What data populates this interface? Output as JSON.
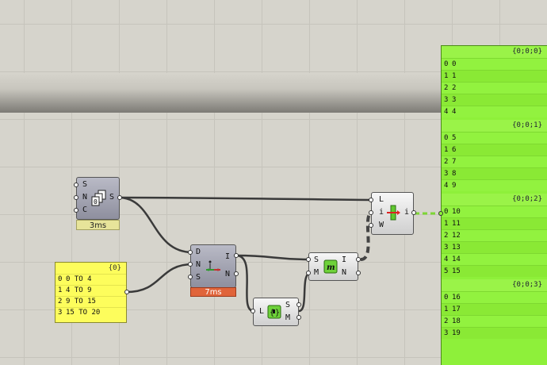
{
  "canvas": {
    "background": "#d6d4cc"
  },
  "components": {
    "series": {
      "inputs": [
        "S",
        "N",
        "C"
      ],
      "outputs": [
        "S"
      ],
      "timer": "3ms",
      "icon": "series-icon"
    },
    "dispatch": {
      "inputs": [
        "D",
        "N",
        "S"
      ],
      "outputs": [
        "I",
        "N"
      ],
      "timer": "7ms",
      "icon": "dispatch-icon"
    },
    "insert": {
      "inputs": [
        "L",
        "i",
        "W"
      ],
      "outputs": [
        "i"
      ],
      "icon": "insert-items-icon"
    },
    "mass": {
      "inputs": [
        "S",
        "M"
      ],
      "outputs": [
        "I",
        "N"
      ],
      "icon": "mass-addition-icon"
    },
    "list_length": {
      "inputs": [
        "L"
      ],
      "outputs": [
        "S",
        "M"
      ],
      "icon": "list-length-icon"
    }
  },
  "panel": {
    "header": "{0}",
    "rows": [
      {
        "idx": "0",
        "text": "0 TO 4"
      },
      {
        "idx": "1",
        "text": "4 TO 9"
      },
      {
        "idx": "2",
        "text": "9 TO 15"
      },
      {
        "idx": "3",
        "text": "15 TO 20"
      }
    ],
    "color": "#fdfd5c"
  },
  "viewer": {
    "color": "#8ef03a",
    "branches": [
      {
        "path": "{0;0;0}",
        "rows": [
          {
            "i": "0",
            "v": "0"
          },
          {
            "i": "1",
            "v": "1"
          },
          {
            "i": "2",
            "v": "2"
          },
          {
            "i": "3",
            "v": "3"
          },
          {
            "i": "4",
            "v": "4"
          }
        ]
      },
      {
        "path": "{0;0;1}",
        "rows": [
          {
            "i": "0",
            "v": "5"
          },
          {
            "i": "1",
            "v": "6"
          },
          {
            "i": "2",
            "v": "7"
          },
          {
            "i": "3",
            "v": "8"
          },
          {
            "i": "4",
            "v": "9"
          }
        ]
      },
      {
        "path": "{0;0;2}",
        "rows": [
          {
            "i": "0",
            "v": "10"
          },
          {
            "i": "1",
            "v": "11"
          },
          {
            "i": "2",
            "v": "12"
          },
          {
            "i": "3",
            "v": "13"
          },
          {
            "i": "4",
            "v": "14"
          },
          {
            "i": "5",
            "v": "15"
          }
        ]
      },
      {
        "path": "{0;0;3}",
        "rows": [
          {
            "i": "0",
            "v": "16"
          },
          {
            "i": "1",
            "v": "17"
          },
          {
            "i": "2",
            "v": "18"
          },
          {
            "i": "3",
            "v": "19"
          }
        ]
      }
    ]
  }
}
